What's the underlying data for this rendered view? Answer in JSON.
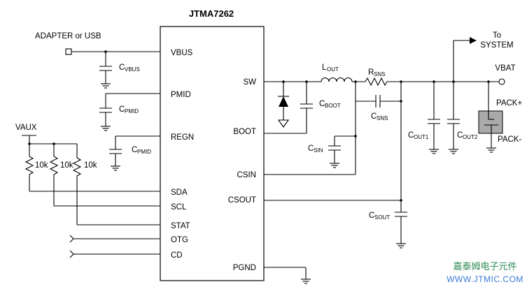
{
  "chip": {
    "name": "JTMA7262",
    "left_pins": [
      "VBUS",
      "PMID",
      "REGN",
      "SDA",
      "SCL",
      "STAT",
      "OTG",
      "CD"
    ],
    "right_pins": [
      "SW",
      "BOOT",
      "CSIN",
      "CSOUT",
      "PGND"
    ]
  },
  "labels": {
    "adapter": "ADAPTER or USB",
    "vaux": "VAUX",
    "to_system_1": "To",
    "to_system_2": "SYSTEM",
    "vbat": "VBAT",
    "pack_plus": "PACK+",
    "pack_minus": "PACK-"
  },
  "resistors": [
    "10k",
    "10k",
    "10k"
  ],
  "components": {
    "c_vbus": {
      "main": "C",
      "sub": "VBUS"
    },
    "c_pmid": {
      "main": "C",
      "sub": "PMID"
    },
    "c_pmid2": {
      "main": "C",
      "sub": "PMID"
    },
    "l_out": {
      "main": "L",
      "sub": "OUT"
    },
    "r_sns": {
      "main": "R",
      "sub": "SNS"
    },
    "c_boot": {
      "main": "C",
      "sub": "BOOT"
    },
    "c_sns": {
      "main": "C",
      "sub": "SNS"
    },
    "c_sin": {
      "main": "C",
      "sub": "SIN"
    },
    "c_out1": {
      "main": "C",
      "sub": "OUT1"
    },
    "c_out2": {
      "main": "C",
      "sub": "OUT2"
    },
    "c_sout": {
      "main": "C",
      "sub": "SOUT"
    }
  },
  "watermark": {
    "line1": "嘉泰姆电子元件",
    "line2": "WWW.JTMIC.COM"
  }
}
